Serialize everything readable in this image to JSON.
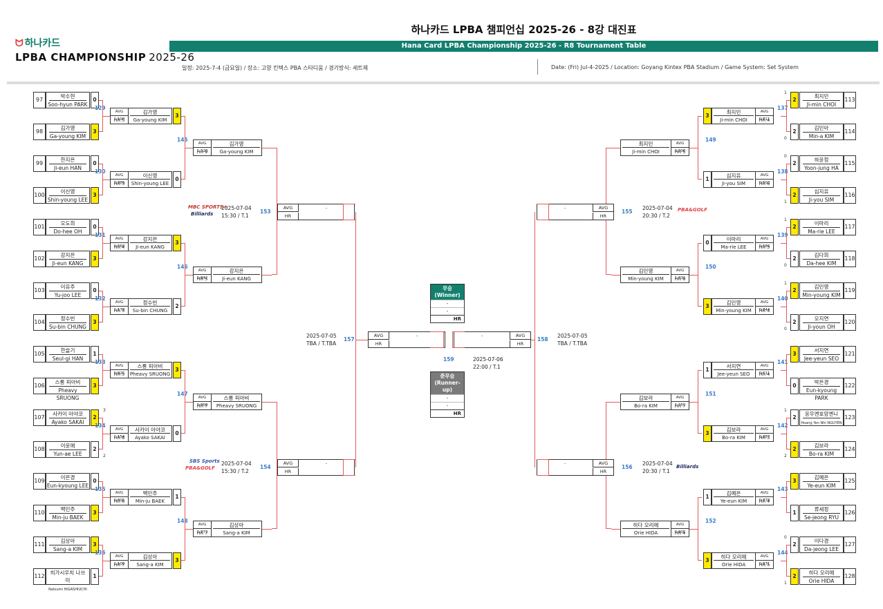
{
  "header": {
    "brand": "하나카드",
    "logo": "LPBA CHAMPIONSHIP",
    "logo_year": "2025-26",
    "title_kr": "하나카드 LPBA 챔피언십 2025-26 - 8강 대진표",
    "title_en": "Hana Card LPBA Championship 2025-26 - R8 Tournament Table",
    "info_kr": "일정: 2025-7-4 (금요일) / 장소: 고양 킨텍스 PBA 스타디움 / 경기방식: 세트제",
    "info_en": "Date: (Fri) Jul-4-2025 / Location: Goyang Kintex PBA Stadium / Game System: Set System"
  },
  "labels": {
    "avg": "AVG",
    "hr": "HR",
    "dash": "-"
  },
  "left_players": [
    {
      "seed": "97",
      "kn": "박수현",
      "en": "Soo-hyun PARK",
      "score": "0",
      "win": false,
      "side": ""
    },
    {
      "seed": "98",
      "kn": "김가영",
      "en": "Ga-young KIM",
      "score": "3",
      "win": true,
      "side": ""
    },
    {
      "seed": "99",
      "kn": "한지은",
      "en": "Ji-eun HAN",
      "score": "0",
      "win": false,
      "side": ""
    },
    {
      "seed": "100",
      "kn": "이신영",
      "en": "Shin-young LEE",
      "score": "3",
      "win": true,
      "side": ""
    },
    {
      "seed": "101",
      "kn": "오도희",
      "en": "Do-hee OH",
      "score": "0",
      "win": false,
      "side": ""
    },
    {
      "seed": "102",
      "kn": "강지은",
      "en": "Ji-eun KANG",
      "score": "3",
      "win": true,
      "side": ""
    },
    {
      "seed": "103",
      "kn": "이유주",
      "en": "Yu-joo LEE",
      "score": "0",
      "win": false,
      "side": ""
    },
    {
      "seed": "104",
      "kn": "정수빈",
      "en": "Su-bin CHUNG",
      "score": "3",
      "win": true,
      "side": ""
    },
    {
      "seed": "105",
      "kn": "한슬기",
      "en": "Seul-gi HAN",
      "score": "1",
      "win": false,
      "side": ""
    },
    {
      "seed": "106",
      "kn": "스롱 피아비",
      "en": "Pheavy SRUONG",
      "score": "3",
      "win": true,
      "side": ""
    },
    {
      "seed": "107",
      "kn": "사카이 아야코",
      "en": "Ayako SAKAI",
      "score": "2",
      "win": true,
      "side": "3"
    },
    {
      "seed": "108",
      "kn": "이윤애",
      "en": "Yun-ae LEE",
      "score": "2",
      "win": false,
      "side": "2"
    },
    {
      "seed": "109",
      "kn": "이은경",
      "en": "Eun-kyoung LEE",
      "score": "0",
      "win": false,
      "side": ""
    },
    {
      "seed": "110",
      "kn": "백민주",
      "en": "Min-ju BAEK",
      "score": "3",
      "win": true,
      "side": ""
    },
    {
      "seed": "111",
      "kn": "김상아",
      "en": "Sang-a KIM",
      "score": "3",
      "win": true,
      "side": ""
    },
    {
      "seed": "112",
      "kn": "히가시우치 나쓰미",
      "en": "Natsumi HIGASHIUCHI",
      "score": "1",
      "win": false,
      "side": ""
    }
  ],
  "right_players": [
    {
      "seed": "113",
      "kn": "최지민",
      "en": "Ji-min CHOI",
      "score": "2",
      "win": true,
      "side": "1"
    },
    {
      "seed": "114",
      "kn": "김민아",
      "en": "Min-a KIM",
      "score": "2",
      "win": false,
      "side": "0"
    },
    {
      "seed": "115",
      "kn": "하윤정",
      "en": "Yoon-jung HA",
      "score": "2",
      "win": false,
      "side": "0"
    },
    {
      "seed": "116",
      "kn": "심지유",
      "en": "Ji-you SIM",
      "score": "2",
      "win": true,
      "side": "1"
    },
    {
      "seed": "117",
      "kn": "이마리",
      "en": "Ma-rie LEE",
      "score": "2",
      "win": true,
      "side": "1"
    },
    {
      "seed": "118",
      "kn": "김다희",
      "en": "Da-hee KIM",
      "score": "2",
      "win": false,
      "side": "0"
    },
    {
      "seed": "119",
      "kn": "김민영",
      "en": "Min-young KIM",
      "score": "2",
      "win": true,
      "side": "1"
    },
    {
      "seed": "120",
      "kn": "오지연",
      "en": "Ji-youn OH",
      "score": "2",
      "win": false,
      "side": "0"
    },
    {
      "seed": "121",
      "kn": "서지연",
      "en": "Jee-yeun SEO",
      "score": "3",
      "win": true,
      "side": ""
    },
    {
      "seed": "122",
      "kn": "박은경",
      "en": "Eun-kyoung PARK",
      "score": "0",
      "win": false,
      "side": ""
    },
    {
      "seed": "123",
      "kn": "응우옌호앙옌니",
      "en": "Hoang Yen Nhi NGUYEN",
      "score": "2",
      "win": false,
      "side": "1"
    },
    {
      "seed": "124",
      "kn": "김보라",
      "en": "Bo-ra KIM",
      "score": "2",
      "win": true,
      "side": "2"
    },
    {
      "seed": "125",
      "kn": "김예은",
      "en": "Ye-eun KIM",
      "score": "3",
      "win": true,
      "side": ""
    },
    {
      "seed": "126",
      "kn": "류세정",
      "en": "Se-jeong RYU",
      "score": "1",
      "win": false,
      "side": ""
    },
    {
      "seed": "127",
      "kn": "이다경",
      "en": "Da-jeong LEE",
      "score": "2",
      "win": false,
      "side": "0"
    },
    {
      "seed": "128",
      "kn": "히다 오리에",
      "en": "Orie HIDA",
      "score": "2",
      "win": true,
      "side": "1"
    }
  ],
  "left_r32": [
    {
      "match": "129",
      "avg": "AVG 1.100",
      "hr": "HR 5",
      "kn": "김가영",
      "en": "Ga-young KIM",
      "score": "3",
      "win": true
    },
    {
      "match": "130",
      "avg": "AVG 0.786",
      "hr": "HR 3",
      "kn": "이신영",
      "en": "Shin-young LEE",
      "score": "0",
      "win": false
    },
    {
      "match": "131",
      "avg": "AVG 0.660",
      "hr": "HR 4",
      "kn": "강지은",
      "en": "Ji-eun KANG",
      "score": "3",
      "win": true
    },
    {
      "match": "132",
      "avg": "AVG 1.179",
      "hr": "HR 5",
      "kn": "정수빈",
      "en": "Su-bin CHUNG",
      "score": "2",
      "win": false
    },
    {
      "match": "133",
      "avg": "AVG 0.925",
      "hr": "HR 5",
      "kn": "스롱 피아비",
      "en": "Pheavy SRUONG",
      "score": "3",
      "win": true
    },
    {
      "match": "134",
      "avg": "AVG 1.154",
      "hr": "HR 8",
      "kn": "사카이 아야코",
      "en": "Ayako SAKAI",
      "score": "0",
      "win": false
    },
    {
      "match": "135",
      "avg": "AVG 0.805",
      "hr": "HR 6",
      "kn": "백민주",
      "en": "Min-ju BAEK",
      "score": "1",
      "win": false
    },
    {
      "match": "136",
      "avg": "AVG 1.108",
      "hr": "HR 7",
      "kn": "김상아",
      "en": "Sang-a KIM",
      "score": "3",
      "win": true
    }
  ],
  "right_r32": [
    {
      "match": "137",
      "avg": "AVG 0.711",
      "hr": "HR 4",
      "kn": "최지민",
      "en": "Ji-min CHOI",
      "score": "3",
      "win": true
    },
    {
      "match": "138",
      "avg": "AVG 0.603",
      "hr": "HR 6",
      "kn": "심지유",
      "en": "Ji-you SIM",
      "score": "1",
      "win": false
    },
    {
      "match": "139",
      "avg": "AVG 0.686",
      "hr": "HR 3",
      "kn": "이마리",
      "en": "Ma-rie LEE",
      "score": "0",
      "win": false
    },
    {
      "match": "140",
      "avg": "AVG 0.744",
      "hr": "HR 4",
      "kn": "김민영",
      "en": "Min-young KIM",
      "score": "3",
      "win": true
    },
    {
      "match": "141",
      "avg": "AVG 0.611",
      "hr": "HR 4",
      "kn": "서지연",
      "en": "Jee-yeun SEO",
      "score": "1",
      "win": false
    },
    {
      "match": "142",
      "avg": "AVG 0.787",
      "hr": "HR 3",
      "kn": "김보라",
      "en": "Bo-ra KIM",
      "score": "3",
      "win": true
    },
    {
      "match": "143",
      "avg": "AVG 0.778",
      "hr": "HR 4",
      "kn": "김예은",
      "en": "Ye-eun KIM",
      "score": "1",
      "win": false
    },
    {
      "match": "144",
      "avg": "AVG 0.971",
      "hr": "HR 5",
      "kn": "히다 오리에",
      "en": "Orie HIDA",
      "score": "3",
      "win": true
    }
  ],
  "left_r16": [
    {
      "match": "145",
      "avg": "AVG 1.320",
      "hr": "HR 9",
      "kn": "김가영",
      "en": "Ga-young KIM"
    },
    {
      "match": "146",
      "avg": "AVG 0.942",
      "hr": "HR 5",
      "kn": "강지은",
      "en": "Ji-eun KANG"
    },
    {
      "match": "147",
      "avg": "AVG 0.868",
      "hr": "HR 7",
      "kn": "스롱 피아비",
      "en": "Pheavy SRUONG"
    },
    {
      "match": "148",
      "avg": "AVG 0.773",
      "hr": "HR 7",
      "kn": "김상아",
      "en": "Sang-a KIM"
    }
  ],
  "right_r16": [
    {
      "match": "149",
      "avg": "AVG 0.808",
      "hr": "HR 5",
      "kn": "최지민",
      "en": "Ji-min CHOI"
    },
    {
      "match": "150",
      "avg": "AVG 1.031",
      "hr": "HR 8",
      "kn": "김민영",
      "en": "Min-young KIM"
    },
    {
      "match": "151",
      "avg": "AVG 1.355",
      "hr": "HR 7",
      "kn": "김보라",
      "en": "Bo-ra KIM"
    },
    {
      "match": "152",
      "avg": "AVG 0.905",
      "hr": "HR 4",
      "kn": "히다 오리에",
      "en": "Orie HIDA"
    }
  ],
  "qf": [
    {
      "match": "153",
      "date": "2025-07-04",
      "time": "15:30 / T.1",
      "brand": "MBC SPORTS+ Billiards TV"
    },
    {
      "match": "154",
      "date": "2025-07-04",
      "time": "15:30 / T.2",
      "brand": "SBS Sports PBA&GOLF"
    },
    {
      "match": "155",
      "date": "2025-07-04",
      "time": "20:30 / T.2",
      "brand": "PBA&GOLF"
    },
    {
      "match": "156",
      "date": "2025-07-04",
      "time": "20:30 / T.1",
      "brand": "Billiards TV"
    }
  ],
  "sf": [
    {
      "match": "157",
      "date": "2025-07-05",
      "time": "TBA / T.TBA"
    },
    {
      "match": "158",
      "date": "2025-07-05",
      "time": "TBA / T.TBA"
    }
  ],
  "final": {
    "match": "159",
    "date": "2025-07-06",
    "time": "22:00 / T.1"
  },
  "winner": {
    "title": "우승",
    "sub": "(Winner)",
    "name": "-",
    "en": "-",
    "hr": "HR"
  },
  "runnerup": {
    "title": "준우승",
    "sub": "(Runner-up)",
    "name": "-",
    "en": "-",
    "hr": "HR"
  },
  "colors": {
    "accent": "#13806e",
    "wire": "#e05a5a",
    "win": "#ffea00",
    "match": "#3a7bc8",
    "runner": "#7a7a7a"
  }
}
